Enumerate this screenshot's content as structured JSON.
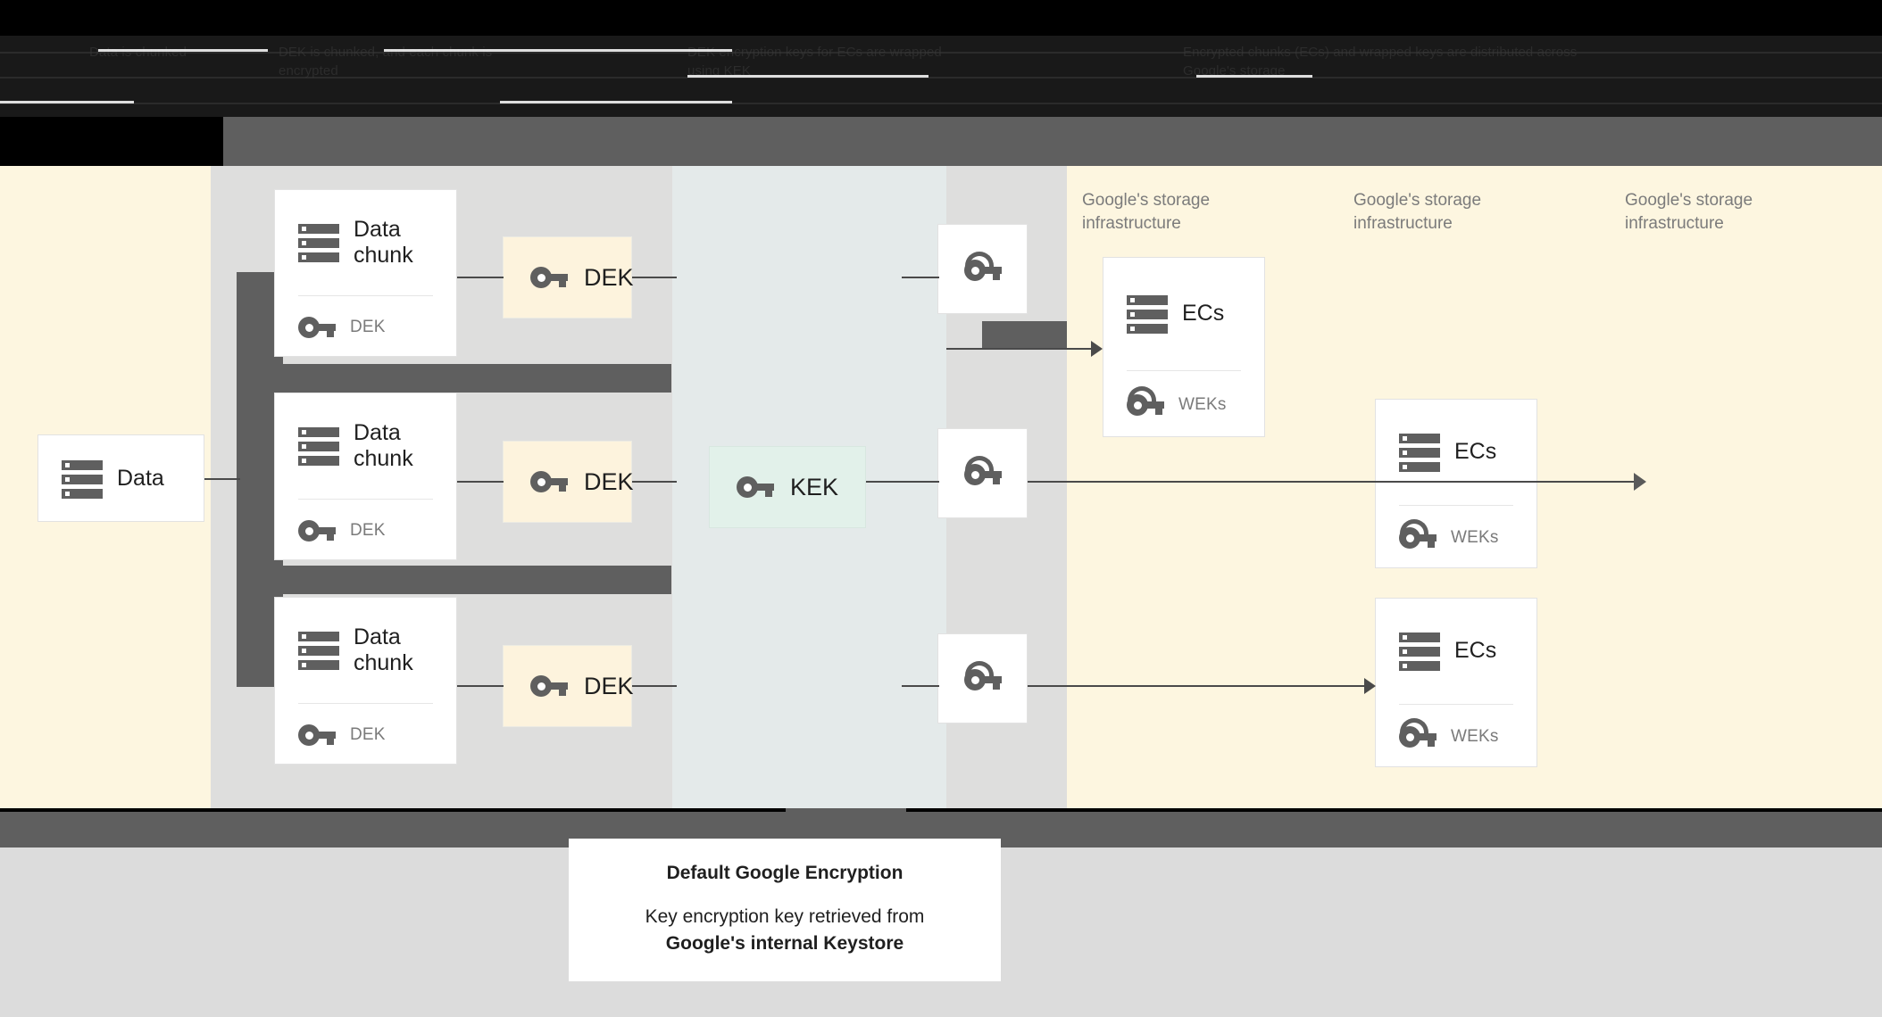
{
  "header": {
    "columns": [
      {
        "id": "col-data",
        "text": "Data is chunked"
      },
      {
        "id": "col-dek",
        "text": "DEK is chunked, and each chunk is encrypted"
      },
      {
        "id": "col-kek",
        "text": "DEK encryption keys for ECs are wrapped using KEK"
      },
      {
        "id": "col-ecs",
        "text": "Encrypted chunks (ECs) and wrapped keys are distributed across Google's storage"
      }
    ]
  },
  "flow": {
    "source_card": {
      "title": "Data",
      "icon": "server-icon"
    },
    "chunk_cards": [
      {
        "title": "Data chunk",
        "key_label": "DEK",
        "icon": "server-icon",
        "key_icon": "key-icon"
      },
      {
        "title": "Data chunk",
        "key_label": "DEK",
        "icon": "server-icon",
        "key_icon": "key-icon"
      },
      {
        "title": "Data chunk",
        "key_label": "DEK",
        "icon": "server-icon",
        "key_icon": "key-icon"
      }
    ],
    "dek_boxes": [
      {
        "label": "DEK",
        "icon": "key-icon"
      },
      {
        "label": "DEK",
        "icon": "key-icon"
      },
      {
        "label": "DEK",
        "icon": "key-icon"
      }
    ],
    "kek_box": {
      "label": "KEK",
      "icon": "key-icon"
    },
    "wek_tiles": [
      {
        "icon": "wrapped-key-icon"
      },
      {
        "icon": "wrapped-key-icon"
      },
      {
        "icon": "wrapped-key-icon"
      }
    ],
    "storage_labels": [
      {
        "text": "Google's storage infrastructure"
      },
      {
        "text": "Google's storage infrastructure"
      },
      {
        "text": "Google's storage infrastructure"
      }
    ],
    "ec_cards": [
      {
        "title": "ECs",
        "key_label": "WEKs",
        "icon": "server-icon",
        "key_icon": "wrapped-key-icon"
      },
      {
        "title": "ECs",
        "key_label": "WEKs",
        "icon": "server-icon",
        "key_icon": "wrapped-key-icon"
      },
      {
        "title": "ECs",
        "key_label": "WEKs",
        "icon": "server-icon",
        "key_icon": "wrapped-key-icon"
      }
    ]
  },
  "caption": {
    "title": "Default Google Encryption",
    "line1": "Key encryption key retrieved from",
    "line2": "Google's internal Keystore"
  },
  "colors": {
    "cream": "#fdf6e0",
    "bluegrey": "#e4eaea",
    "grey_fill": "#dededd",
    "dark_bar": "#5f5f5f",
    "dek_fill": "#fdf3dd",
    "kek_fill": "#e2f1ea",
    "muted_text": "#7b7b7b"
  }
}
